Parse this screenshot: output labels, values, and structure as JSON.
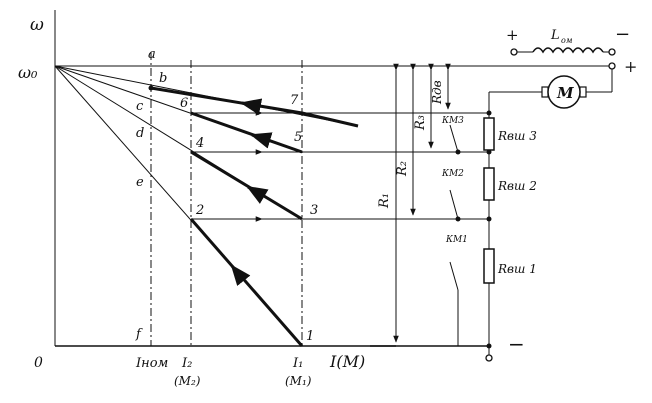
{
  "axes": {
    "y_label": "ω",
    "y_marker": "ω₀",
    "origin": "0",
    "x_label": "I(M)",
    "ticks": [
      "Iном",
      "I₂",
      "I₁"
    ],
    "tick_sub": [
      "(M₂)",
      "(M₁)"
    ]
  },
  "points": {
    "letters": [
      "a",
      "b",
      "c",
      "d",
      "e",
      "f"
    ],
    "numbers": [
      "1",
      "2",
      "3",
      "4",
      "5",
      "6",
      "7"
    ]
  },
  "resistances": [
    "R₁",
    "R₂",
    "R₃",
    "Rдв"
  ],
  "circuit": {
    "field": "L",
    "field_sub": "ом",
    "motor": "M",
    "plus_top": "+",
    "minus_top": "−",
    "plus_right": "+",
    "minus_bottom": "−",
    "resistors": [
      "Rвш 3",
      "Rвш 2",
      "Rвш 1"
    ],
    "contactors": [
      "КМ3",
      "КМ2",
      "КМ1"
    ]
  }
}
